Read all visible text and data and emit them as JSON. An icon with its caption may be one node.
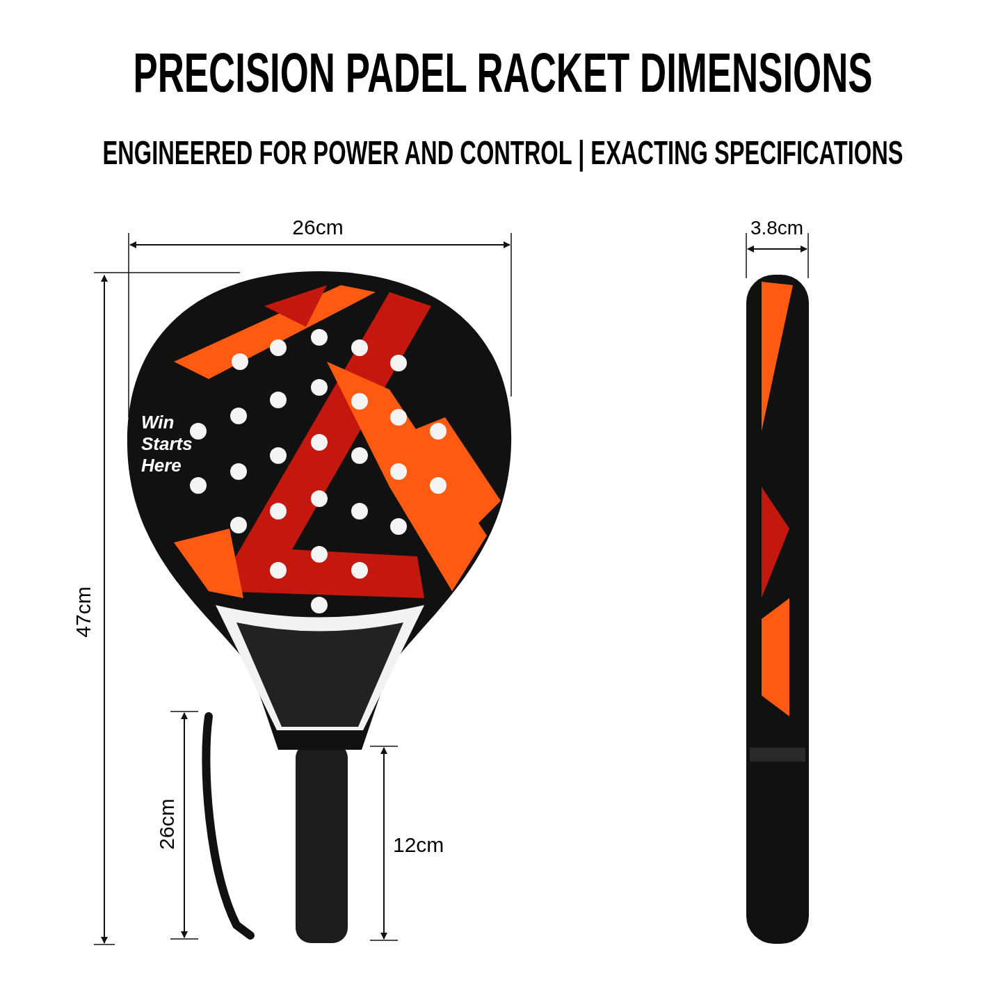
{
  "diagram": {
    "title": "PRECISION PADEL RACKET DIMENSIONS",
    "labels": [
      "ENGINEERED FOR POWER AND CONTROL | EXACTING SPECIFICATIONS",
      "26cm",
      "3.8cm",
      "Win Starts Here",
      "47cm",
      "26cm",
      "12cm"
    ]
  }
}
